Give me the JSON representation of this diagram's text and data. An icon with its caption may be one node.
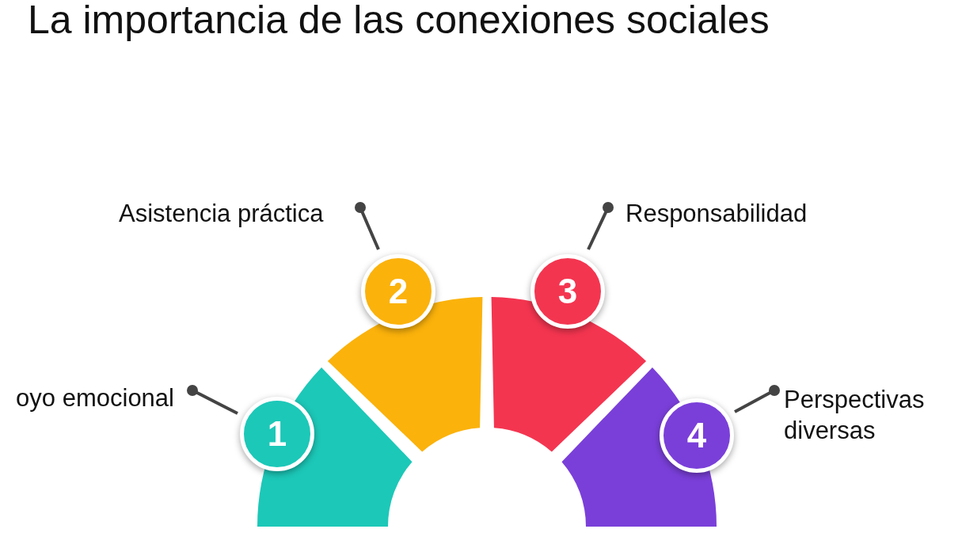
{
  "diagram": {
    "title": "La importancia de las conexiones sociales",
    "nodes": [
      {
        "text": [
          "oyo emocional"
        ]
      },
      {
        "text": [
          "1"
        ]
      },
      {
        "text": [
          "Asistencia práctica"
        ]
      },
      {
        "text": [
          "2"
        ]
      },
      {
        "text": [
          "Responsabilidad"
        ]
      },
      {
        "text": [
          "3"
        ]
      },
      {
        "text": [
          "Perspectivas diversas"
        ]
      },
      {
        "text": [
          "4"
        ]
      }
    ],
    "edges": [
      {
        "from": 0,
        "to": 1,
        "arrow": "other"
      },
      {
        "from": 2,
        "to": 3,
        "arrow": "other"
      },
      {
        "from": 4,
        "to": 5,
        "arrow": "other"
      },
      {
        "from": 6,
        "to": 7,
        "arrow": "other"
      }
    ]
  }
}
